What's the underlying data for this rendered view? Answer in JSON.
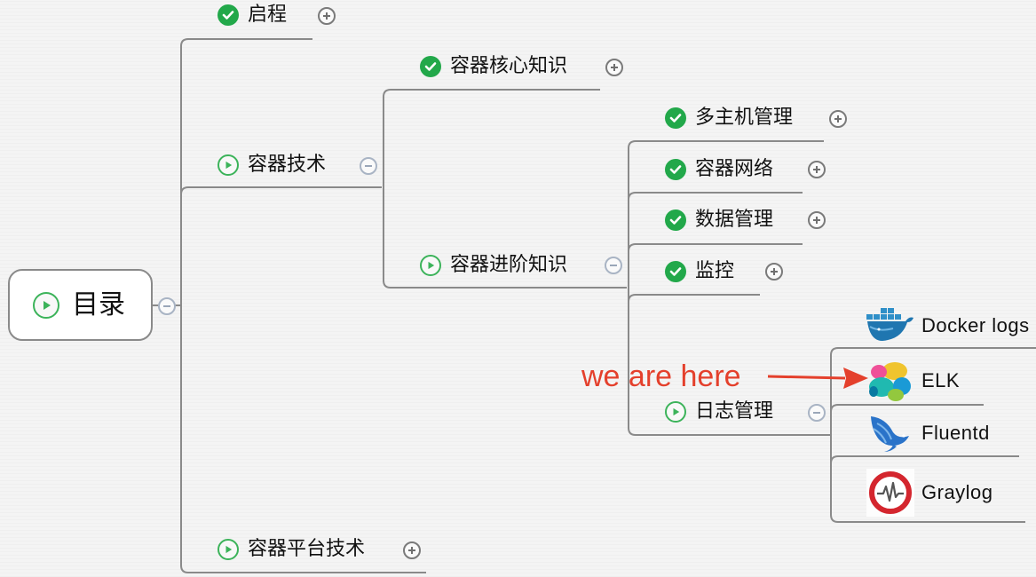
{
  "root": {
    "label": "目录"
  },
  "nodes": {
    "qicheng": "启程",
    "rongqi_jishu": "容器技术",
    "hexin": "容器核心知识",
    "jinjie": "容器进阶知识",
    "duozhuji": "多主机管理",
    "wangluo": "容器网络",
    "shuju": "数据管理",
    "jiankong": "监控",
    "rizhi": "日志管理",
    "pingtai": "容器平台技术"
  },
  "logs": {
    "docker": "Docker logs",
    "elk": "ELK",
    "fluentd": "Fluentd",
    "graylog": "Graylog"
  },
  "annotation": "we are here",
  "colors": {
    "check_green": "#22a84a",
    "play_green": "#3cb35a",
    "annotation_red": "#e4402c",
    "line_gray": "#8a8a8a"
  },
  "icons": {
    "done": "check-circle-icon",
    "in_progress": "play-circle-icon",
    "expand": "plus-circle-icon",
    "collapse": "minus-circle-icon"
  }
}
